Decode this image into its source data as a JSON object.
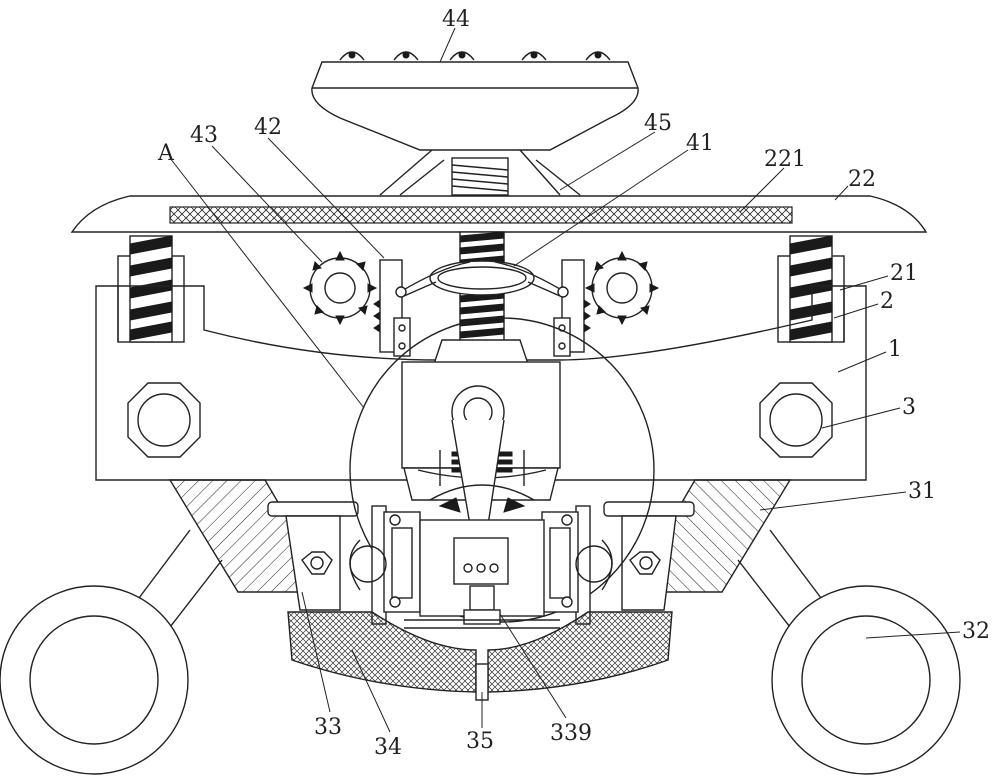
{
  "labels": {
    "l44": "44",
    "l43": "43",
    "l42": "42",
    "lA": "A",
    "l45": "45",
    "l41": "41",
    "l221": "221",
    "l22": "22",
    "l21": "21",
    "l2": "2",
    "l1": "1",
    "l3": "3",
    "l31": "31",
    "l32": "32",
    "l33": "33",
    "l34": "34",
    "l35": "35",
    "l339": "339"
  }
}
